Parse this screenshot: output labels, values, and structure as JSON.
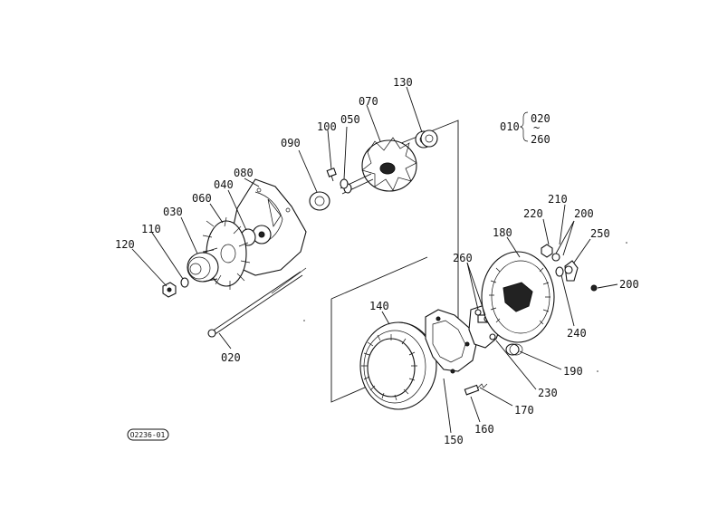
{
  "diagram": {
    "group_ref": {
      "main": "010",
      "range_start": "020",
      "range_end": "260"
    },
    "drawing_code": "O2236-01",
    "callouts": [
      {
        "id": "c-130",
        "text": "130"
      },
      {
        "id": "c-070",
        "text": "070"
      },
      {
        "id": "c-100",
        "text": "100"
      },
      {
        "id": "c-050",
        "text": "050"
      },
      {
        "id": "c-090",
        "text": "090"
      },
      {
        "id": "c-080",
        "text": "080"
      },
      {
        "id": "c-040",
        "text": "040"
      },
      {
        "id": "c-060",
        "text": "060"
      },
      {
        "id": "c-030",
        "text": "030"
      },
      {
        "id": "c-110",
        "text": "110"
      },
      {
        "id": "c-120",
        "text": "120"
      },
      {
        "id": "c-020",
        "text": "020"
      },
      {
        "id": "c-210",
        "text": "210"
      },
      {
        "id": "c-220",
        "text": "220"
      },
      {
        "id": "c-200a",
        "text": "200"
      },
      {
        "id": "c-180",
        "text": "180"
      },
      {
        "id": "c-250",
        "text": "250"
      },
      {
        "id": "c-260",
        "text": "260"
      },
      {
        "id": "c-200b",
        "text": "200"
      },
      {
        "id": "c-140",
        "text": "140"
      },
      {
        "id": "c-240",
        "text": "240"
      },
      {
        "id": "c-190",
        "text": "190"
      },
      {
        "id": "c-230",
        "text": "230"
      },
      {
        "id": "c-170",
        "text": "170"
      },
      {
        "id": "c-160",
        "text": "160"
      },
      {
        "id": "c-150",
        "text": "150"
      }
    ]
  }
}
